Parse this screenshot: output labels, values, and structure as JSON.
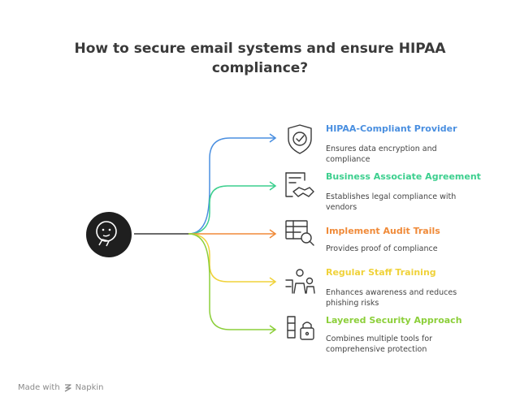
{
  "title_line1": "How to secure email systems and ensure HIPAA",
  "title_line2": "compliance?",
  "items": [
    {
      "title": "HIPAA-Compliant Provider",
      "desc_line1": "Ensures data encryption and",
      "desc_line2": "compliance",
      "color": "#4a8fe0",
      "icon": "shield-check-icon"
    },
    {
      "title": "Business Associate Agreement",
      "desc_line1": "Establishes legal compliance with",
      "desc_line2": "vendors",
      "color": "#3ccf8e",
      "icon": "contract-handshake-icon"
    },
    {
      "title": "Implement Audit Trails",
      "desc_line1": "Provides proof of compliance",
      "desc_line2": "",
      "color": "#f08a38",
      "icon": "table-magnifier-icon"
    },
    {
      "title": "Regular Staff Training",
      "desc_line1": "Enhances awareness and reduces",
      "desc_line2": "phishing risks",
      "color": "#f0d23a",
      "icon": "training-people-icon"
    },
    {
      "title": "Layered Security Approach",
      "desc_line1": "Combines multiple tools for",
      "desc_line2": "comprehensive protection",
      "color": "#8ccf3a",
      "icon": "layers-lock-icon"
    }
  ],
  "center_icon": "thinking-face-icon",
  "footer": {
    "made_with": "Made with",
    "brand": "Napkin"
  }
}
